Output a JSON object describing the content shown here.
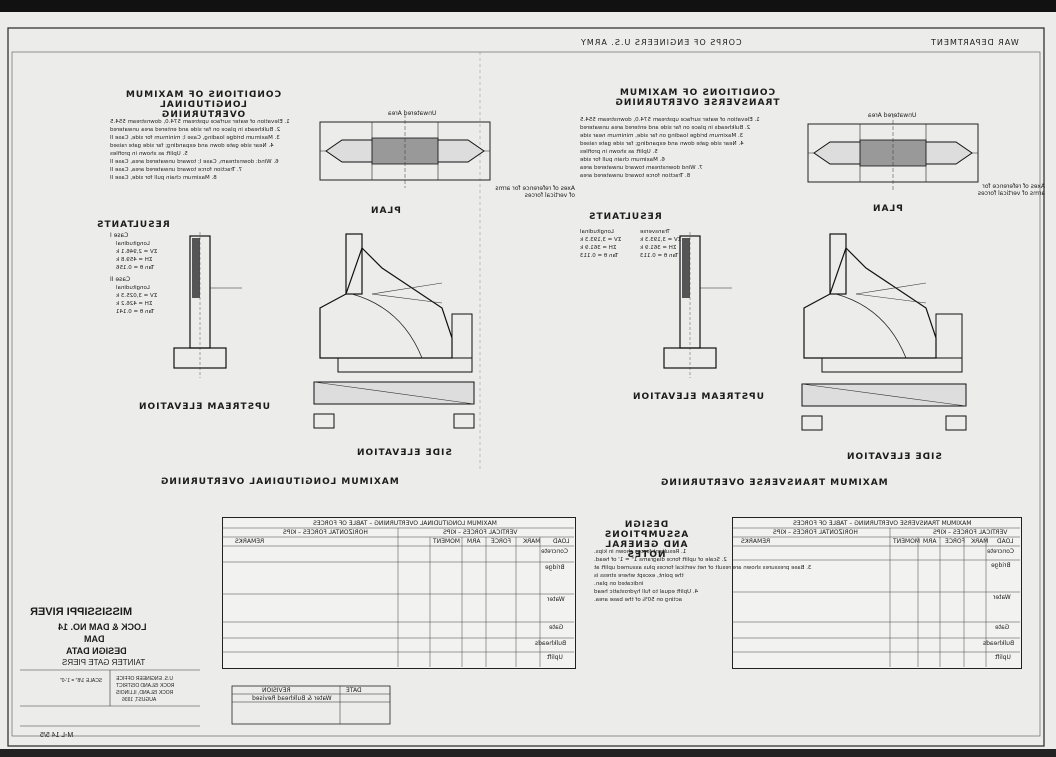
{
  "sheet": {
    "department": "WAR DEPARTMENT",
    "corps": "CORPS OF ENGINEERS U.S. ARMY"
  },
  "left_panel": {
    "conditions_title": "CONDITIONS OF MAXIMUM LONGITUDINAL OVERTURNING",
    "plan_title": "PLAN",
    "resultants_title": "RESULTANTS",
    "upstream_elevation": "UPSTREAM ELEVATION",
    "side_elevation": "SIDE ELEVATION",
    "section_title": "MAXIMUM LONGITUDINAL OVERTURNING",
    "table_title": "MAXIMUM LONGITUDINAL OVERTURNING – TABLE OF FORCES",
    "note_axes": "Axes of reference for arms of vertical forces",
    "upstream_area": "Unwatered Area",
    "conditions": [
      "1. Elevation of water surface upstream 574.0, downstream 554.5",
      "2. Bulkheads in place on far side and entered area unwatered",
      "3. Maximum bridge loading, Case I; minimum for side, Case II",
      "4. Near side gate down and expanding; far side gate raised",
      "5. Uplift as shown in profiles",
      "6. Wind: downstream, Case I; toward unwatered area, Case II",
      "7. Traction force toward unwatered area, Case II",
      "8. Maximum chain pull for side, Case II"
    ],
    "resultants": {
      "case1_label": "Case I",
      "case2_label": "Case II",
      "case1": [
        "Longitudinal",
        "ΣV = 2,946.1 k",
        "ΣH = 459.8 k",
        "Tan θ = 0.156"
      ],
      "case2": [
        "Longitudinal",
        "ΣV = 3,025.3 k",
        "ΣH = 426.2 k",
        "Tan θ = 0.141"
      ]
    }
  },
  "right_panel": {
    "conditions_title": "CONDITIONS OF MAXIMUM TRANSVERSE OVERTURNING",
    "plan_title": "PLAN",
    "resultants_title": "RESULTANTS",
    "upstream_elevation": "UPSTREAM ELEVATION",
    "side_elevation": "SIDE ELEVATION",
    "section_title": "MAXIMUM TRANSVERSE OVERTURNING",
    "table_title": "MAXIMUM TRANSVERSE OVERTURNING – TABLE OF FORCES",
    "note_axes": "Axes of reference for arms of vertical forces",
    "upstream_area": "Unwatered Area",
    "conditions": [
      "1. Elevation of water surface upstream 574.0, downstream 554.5",
      "2. Bulkheads in place on far side and entered area unwatered",
      "3. Maximum bridge loading on far side, minimum near side",
      "4. Near side gate down and expanding; far side gate raised",
      "5. Uplift as shown in profiles",
      "6. Maximum chain pull for side",
      "7. Wind downstream toward unwatered area",
      "8. Traction force toward unwatered area"
    ],
    "resultants": {
      "case1": [
        "Longitudinal",
        "ΣV = 3,193.3 k",
        "ΣH = 361.9 k",
        "Tan θ = 0.113"
      ],
      "case2": [
        "Transverse",
        "ΣV = 3,193.3 k",
        "ΣH = 361.9 k",
        "Tan θ = 0.113"
      ]
    }
  },
  "design_notes": {
    "title": "DESIGN ASSUMPTIONS AND GENERAL NOTES",
    "items": [
      "1. Resultant forces shown in kips.",
      "2. Scale of uplift force diagrams 1\" = 1' of head.",
      "3. Base pressures shown are result of net vertical forces plus assumed uplift at",
      "   the point, except where stress is",
      "   indicated on plan.",
      "4. Uplift equal to full hydrostatic head",
      "   acting on 50% of the base area."
    ]
  },
  "table": {
    "group_vertical": "VERTICAL FORCES – KIPS",
    "group_horizontal": "HORIZONTAL FORCES – KIPS",
    "columns": [
      "LOAD",
      "MARK",
      "FORCE",
      "ARM",
      "MOMENT",
      "REMARKS"
    ],
    "loads": [
      "Concrete",
      "Bridge",
      "Water",
      "Gate",
      "Bulkheads",
      "Uplift"
    ]
  },
  "title_block": {
    "river": "MISSISSIPPI RIVER",
    "lock_dam": "LOCK & DAM NO. 14",
    "dam": "DAM",
    "design_data": "DESIGN DATA",
    "piers": "TAINTER GATE PIERS",
    "office": "U.S. ENGINEER OFFICE",
    "district": "ROCK ISLAND DISTRICT",
    "location": "ROCK ISLAND, ILLINOIS",
    "date": "AUGUST, 1936",
    "scale": "SCALE  1/8\" = 1'-0\"",
    "sheet_no": "M-L 14  5/5",
    "revision_header": "REVISION",
    "revision_date": "DATE",
    "revision_text": "Water & Bulkhead Revised"
  }
}
